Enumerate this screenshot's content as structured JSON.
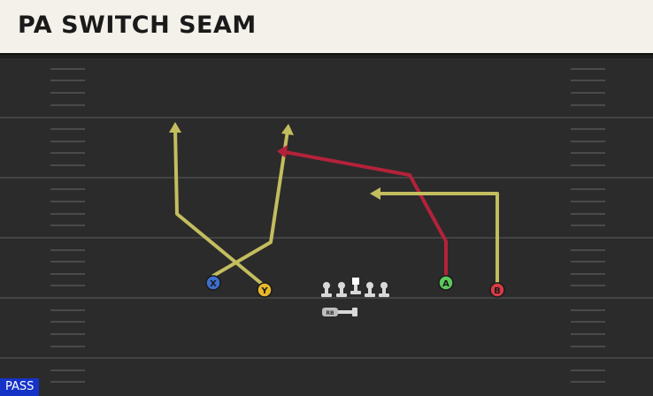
{
  "play": {
    "name": "PA SWITCH SEAM",
    "type_badge": "PASS"
  },
  "colors": {
    "field": "#2b2b2b",
    "yard_line": "#444444",
    "hash": "#4c4c4c",
    "route_primary": "#c3bd5f",
    "route_red": "#b3223a",
    "receiver_x": "#3d6fcf",
    "receiver_y": "#e8b82a",
    "receiver_a": "#5cc85c",
    "receiver_b": "#d83a45",
    "lineman": "#d9d9d9",
    "badge_bg": "#1633c8"
  },
  "players": [
    {
      "id": "X",
      "icon": "blue-circle"
    },
    {
      "id": "Y",
      "icon": "yellow-circle"
    },
    {
      "id": "A",
      "icon": "green-circle"
    },
    {
      "id": "B",
      "icon": "red-circle"
    },
    {
      "id": "RB",
      "icon": "running-back-marker"
    }
  ],
  "routes": [
    {
      "player": "X",
      "type": "post-cross",
      "color_key": "route_primary"
    },
    {
      "player": "Y",
      "type": "seam",
      "color_key": "route_primary"
    },
    {
      "player": "A",
      "type": "deep-in",
      "color_key": "route_red"
    },
    {
      "player": "B",
      "type": "in",
      "color_key": "route_primary"
    }
  ]
}
